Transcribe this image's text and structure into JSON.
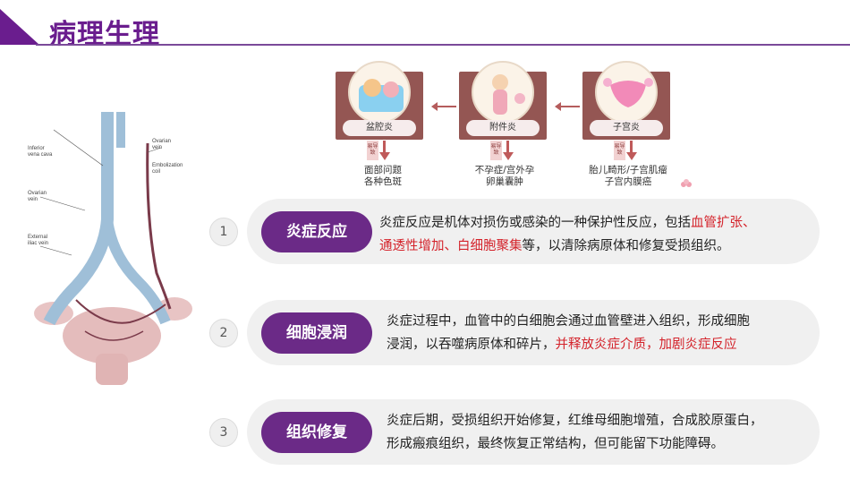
{
  "header": {
    "title": "病理生理"
  },
  "vein_labels": {
    "inferior_vena_cava": [
      "Inferior",
      "vena cava"
    ],
    "ovarian_vein_right": [
      "Ovarian",
      "vein"
    ],
    "embolization_coil": [
      "Embolization",
      "coil"
    ],
    "ovarian_vein_left": [
      "Ovarian",
      "vein"
    ],
    "external_iliac_vein": [
      "External",
      "iliac vein"
    ]
  },
  "flow": {
    "boxes": [
      {
        "caption": "盆腔炎",
        "tag": "易导致",
        "outcome": [
          "面部问题",
          "各种色斑"
        ]
      },
      {
        "caption": "附件炎",
        "tag": "易导致",
        "outcome": [
          "不孕症/宫外孕",
          "卵巢囊肿"
        ]
      },
      {
        "caption": "子宫炎",
        "tag": "易导致",
        "outcome": [
          "胎儿畸形/子宫肌瘤",
          "子宫内膜癌"
        ]
      }
    ]
  },
  "rows": [
    {
      "num": "1",
      "label": "炎症反应",
      "line1_a": "炎症反应是机体对损伤或感染的一种保护性反应，包括",
      "line1_red": "血管扩张、",
      "line2_red": "通透性增加、白细胞聚集",
      "line2_b": "等，以清除病原体和修复受损组织。"
    },
    {
      "num": "2",
      "label": "细胞浸润",
      "line1": "炎症过程中，血管中的白细胞会通过血管壁进入组织，形成细胞",
      "line2_a": "浸润，以吞噬病原体和碎片，",
      "line2_red": "并释放炎症介质，加剧炎症反应"
    },
    {
      "num": "3",
      "label": "组织修复",
      "line1": "炎症后期，受损组织开始修复，红维母细胞增殖，合成胶原蛋白，",
      "line2": "形成瘢痕组织，最终恢复正常结构，但可能留下功能障碍。"
    }
  ]
}
